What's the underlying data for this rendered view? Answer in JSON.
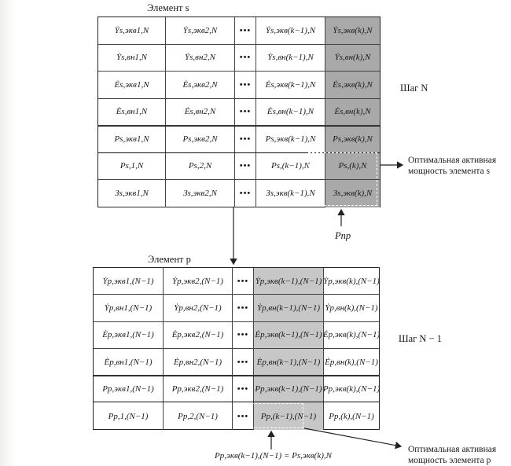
{
  "diagram": {
    "element_s_title": "Элемент s",
    "element_p_title": "Элемент p",
    "step_n_label": "Шаг N",
    "step_n1_label": "Шаг N − 1",
    "optimal_s_line1": "Оптимальная активная",
    "optimal_s_line2": "мощность элемента s",
    "optimal_p_line1": "Оптимальная активная",
    "optimal_p_line2": "мощность элемента p",
    "p_pr_label": "Pпр",
    "equation_label": "Pp,экв(k−1),(N−1) = Ps,экв(k),N"
  },
  "table_s": {
    "rows": [
      [
        "Ẏs,экв1,N",
        "Ẏs,экв2,N",
        "•••",
        "Ẏs,экв(k−1),N",
        "Ẏs,экв(k),N"
      ],
      [
        "Ẏs,вн1,N",
        "Ẏs,вн2,N",
        "•••",
        "Ẏs,вн(k−1),N",
        "Ẏs,вн(k),N"
      ],
      [
        "Ės,экв1,N",
        "Ės,экв2,N",
        "•••",
        "Ės,экв(k−1),N",
        "Ės,экв(k),N"
      ],
      [
        "Ės,вн1,N",
        "Ės,вн2,N",
        "•••",
        "Ės,вн(k−1),N",
        "Ės,вн(k),N"
      ],
      [
        "Ps,экв1,N",
        "Ps,экв2,N",
        "•••",
        "Ps,экв(k−1),N",
        "Ps,экв(k),N"
      ],
      [
        "Ps,1,N",
        "Ps,2,N",
        "•••",
        "Ps,(k−1),N",
        "Ps,(k),N"
      ],
      [
        "Зs,экв1,N",
        "Зs,экв2,N",
        "•••",
        "Зs,экв(k−1),N",
        "Зs,экв(k),N"
      ]
    ]
  },
  "table_p": {
    "rows": [
      [
        "Ẏp,экв1,(N−1)",
        "Ẏp,экв2,(N−1)",
        "•••",
        "Ẏp,экв(k−1),(N−1)",
        "Ẏp,экв(k),(N−1)"
      ],
      [
        "Ẏp,вн1,(N−1)",
        "Ẏp,вн2,(N−1)",
        "•••",
        "Ẏp,вн(k−1),(N−1)",
        "Ẏp,вн(k),(N−1)"
      ],
      [
        "Ėp,экв1,(N−1)",
        "Ėp,экв2,(N−1)",
        "•••",
        "Ėp,экв(k−1),(N−1)",
        "Ėp,экв(k),(N−1)"
      ],
      [
        "Ėp,вн1,(N−1)",
        "Ėp,вн2,(N−1)",
        "•••",
        "Ėp,вн(k−1),(N−1)",
        "Ėp,вн(k),(N−1)"
      ],
      [
        "Pp,экв1,(N−1)",
        "Pp,экв2,(N−1)",
        "•••",
        "Pp,экв(k−1),(N−1)",
        "Pp,экв(k),(N−1)"
      ],
      [
        "Pp,1,(N−1)",
        "Pp,2,(N−1)",
        "•••",
        "Pp,(k−1),(N−1)",
        "Pp,(k),(N−1)"
      ]
    ]
  },
  "colors": {
    "shade_dark": "#a9a9a9",
    "shade_light": "#c7c7c7",
    "line": "#222222"
  }
}
